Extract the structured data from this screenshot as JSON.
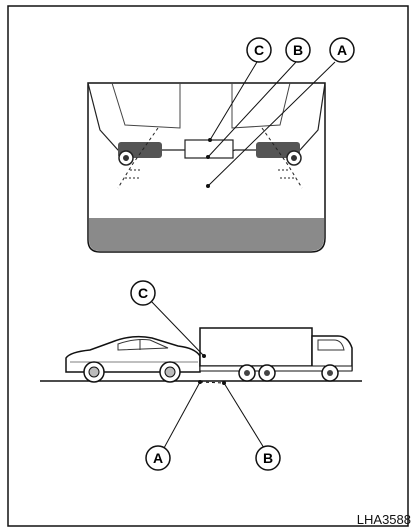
{
  "figure": {
    "code": "LHA3588",
    "top_panel": {
      "callouts": [
        {
          "id": "c",
          "label": "C"
        },
        {
          "id": "b",
          "label": "B"
        },
        {
          "id": "a",
          "label": "A"
        }
      ]
    },
    "bottom_panel": {
      "callouts": [
        {
          "id": "c",
          "label": "C"
        },
        {
          "id": "a",
          "label": "A"
        },
        {
          "id": "b",
          "label": "B"
        }
      ]
    }
  }
}
